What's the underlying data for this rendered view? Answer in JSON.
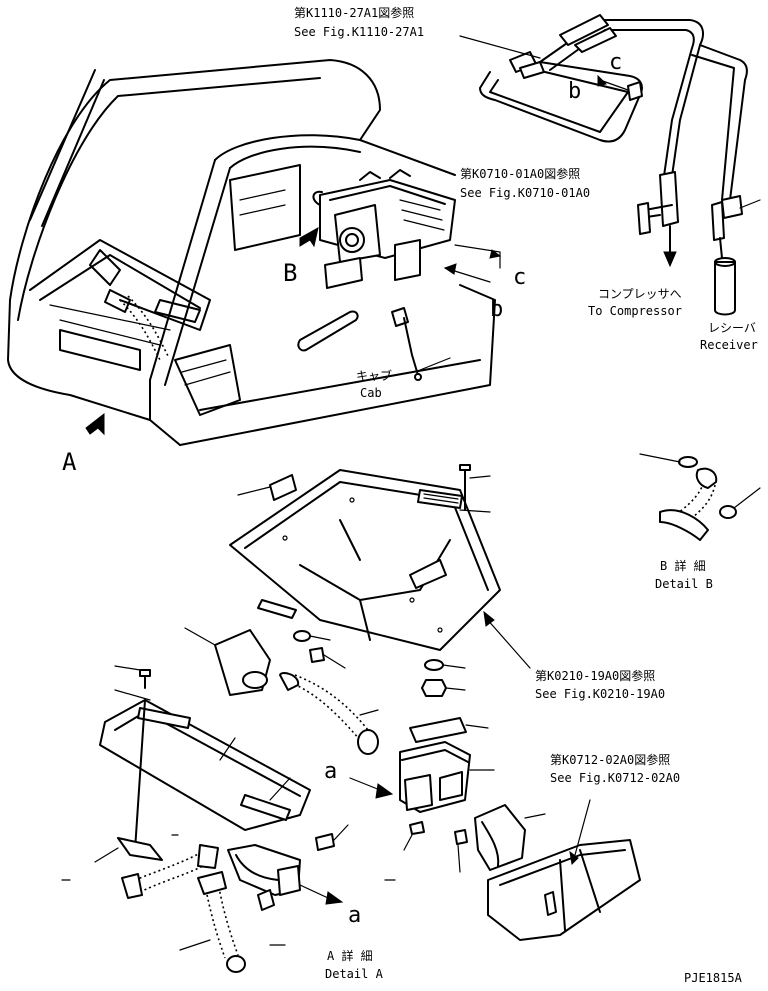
{
  "refs": {
    "k1110": {
      "ja": "第K1110-27A1図参照",
      "en": "See Fig.K1110-27A1"
    },
    "k0710": {
      "ja": "第K0710-01A0図参照",
      "en": "See Fig.K0710-01A0"
    },
    "k0210": {
      "ja": "第K0210-19A0図参照",
      "en": "See Fig.K0210-19A0"
    },
    "k0712": {
      "ja": "第K0712-02A0図参照",
      "en": "See Fig.K0712-02A0"
    }
  },
  "labels": {
    "compressor": {
      "ja": "コンプレッサへ",
      "en": "To Compressor"
    },
    "receiver": {
      "ja": "レシーバ",
      "en": "Receiver"
    },
    "cab": {
      "ja": "キャブ",
      "en": "Cab"
    },
    "detail_a": {
      "ja": "A 詳 細",
      "en": "Detail A"
    },
    "detail_b": {
      "ja": "B 詳 細",
      "en": "Detail B"
    }
  },
  "view_letters": {
    "A": "A",
    "B": "B",
    "a_upper": "a",
    "a_lower": "a",
    "b_upper": "b",
    "b_lower": "b",
    "c_upper": "c",
    "c_lower": "c"
  },
  "drawing_number": "PJE1815A"
}
